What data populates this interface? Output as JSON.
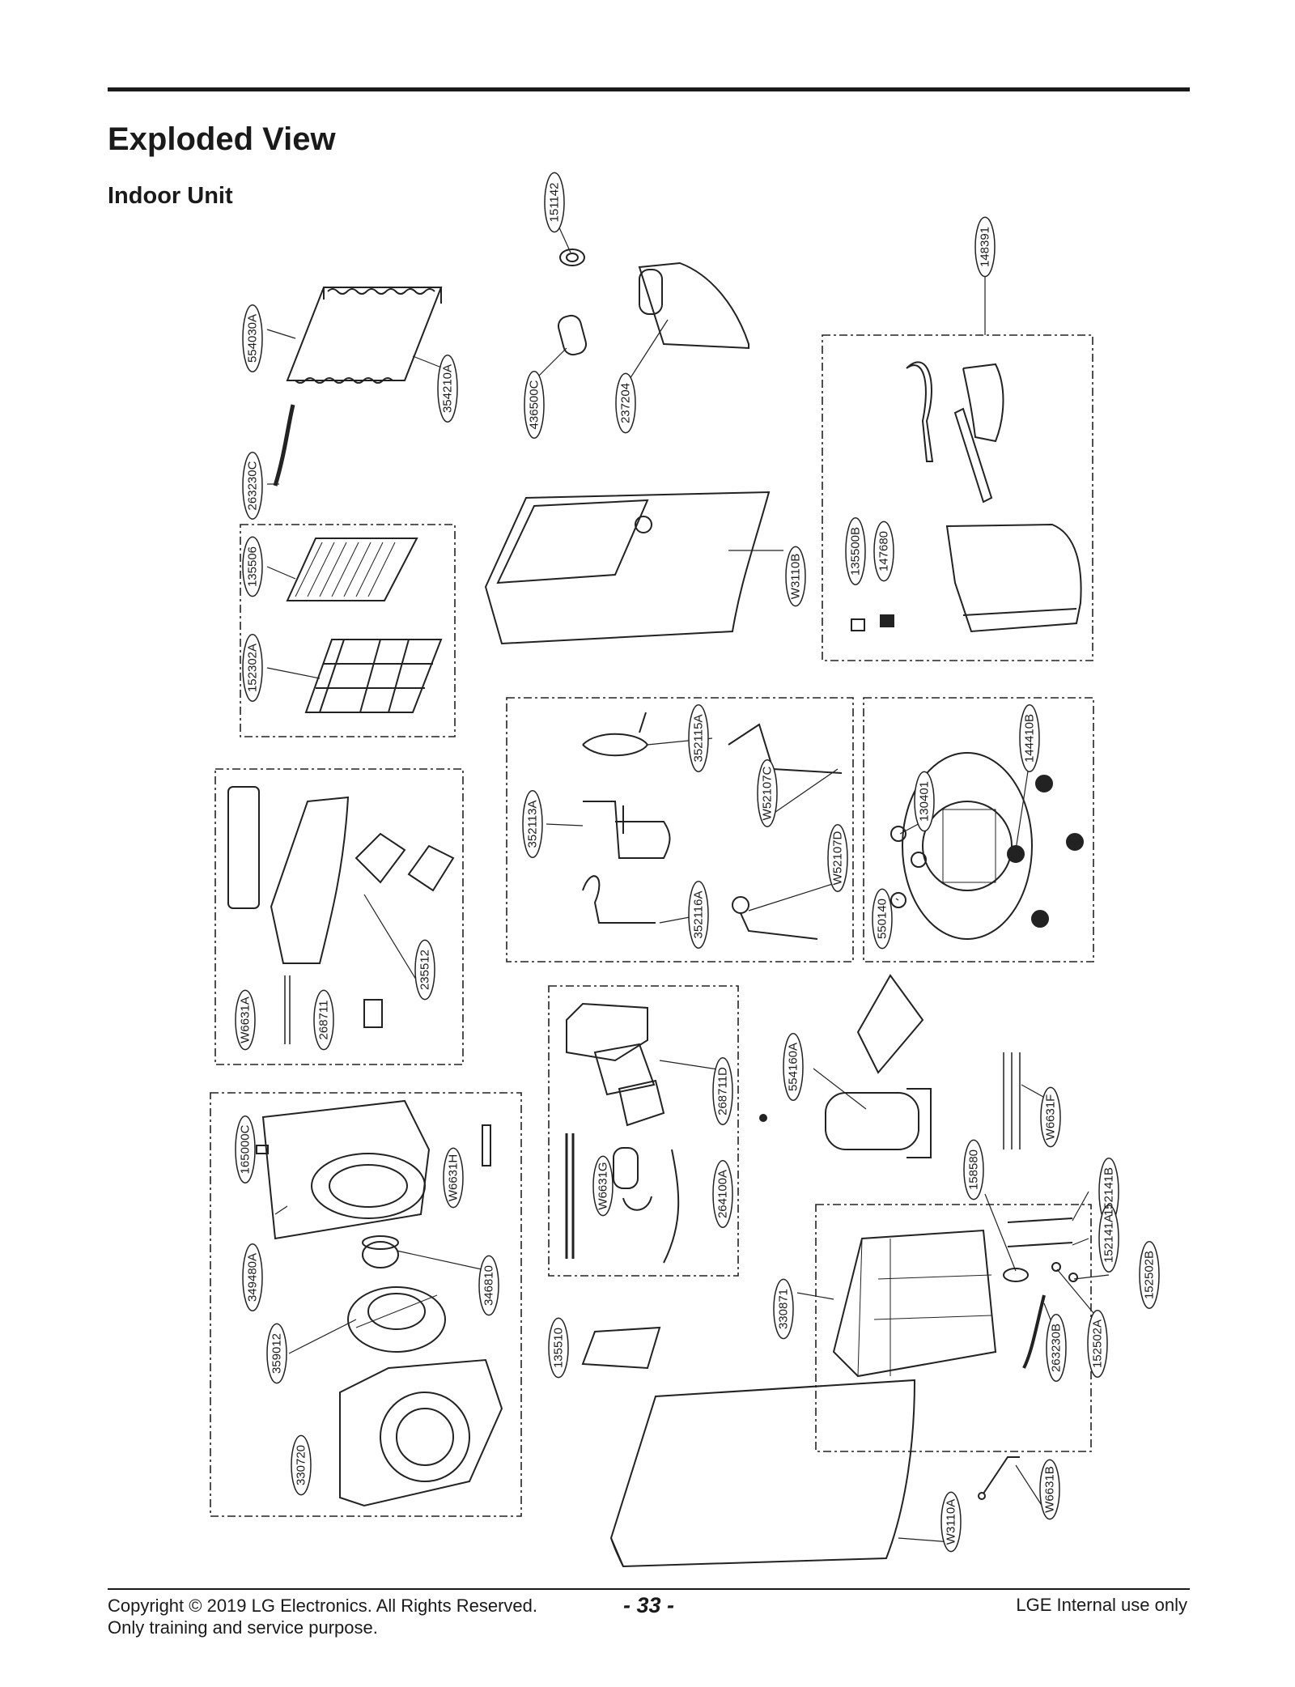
{
  "header": {
    "title": "Exploded View",
    "subtitle": "Indoor Unit"
  },
  "parts": [
    {
      "label": "151142"
    },
    {
      "label": "148391"
    },
    {
      "label": "554030A"
    },
    {
      "label": "354210A"
    },
    {
      "label": "436500C"
    },
    {
      "label": "237204"
    },
    {
      "label": "263230C"
    },
    {
      "label": "135506"
    },
    {
      "label": "152302A"
    },
    {
      "label": "W3110B"
    },
    {
      "label": "135500B"
    },
    {
      "label": "147680"
    },
    {
      "label": "352115A"
    },
    {
      "label": "352113A"
    },
    {
      "label": "W52107C"
    },
    {
      "label": "W52107D"
    },
    {
      "label": "352116A"
    },
    {
      "label": "144410B"
    },
    {
      "label": "130401"
    },
    {
      "label": "550140"
    },
    {
      "label": "235512"
    },
    {
      "label": "W6631A"
    },
    {
      "label": "268711"
    },
    {
      "label": "554160A"
    },
    {
      "label": "268711D"
    },
    {
      "label": "W6631F"
    },
    {
      "label": "165000C"
    },
    {
      "label": "W6631H"
    },
    {
      "label": "W6631G"
    },
    {
      "label": "264100A"
    },
    {
      "label": "158580"
    },
    {
      "label": "152141B"
    },
    {
      "label": "152141A"
    },
    {
      "label": "349480A"
    },
    {
      "label": "346810"
    },
    {
      "label": "330871"
    },
    {
      "label": "152502B"
    },
    {
      "label": "152502A"
    },
    {
      "label": "359012"
    },
    {
      "label": "135510"
    },
    {
      "label": "263230B"
    },
    {
      "label": "330720"
    },
    {
      "label": "W3110A"
    },
    {
      "label": "W6631B"
    }
  ],
  "footer": {
    "copyright": "Copyright © 2019 LG Electronics. All Rights Reserved.",
    "purpose": "Only training and service purpose.",
    "page_number": "- 33 -",
    "internal": "LGE Internal use only"
  }
}
